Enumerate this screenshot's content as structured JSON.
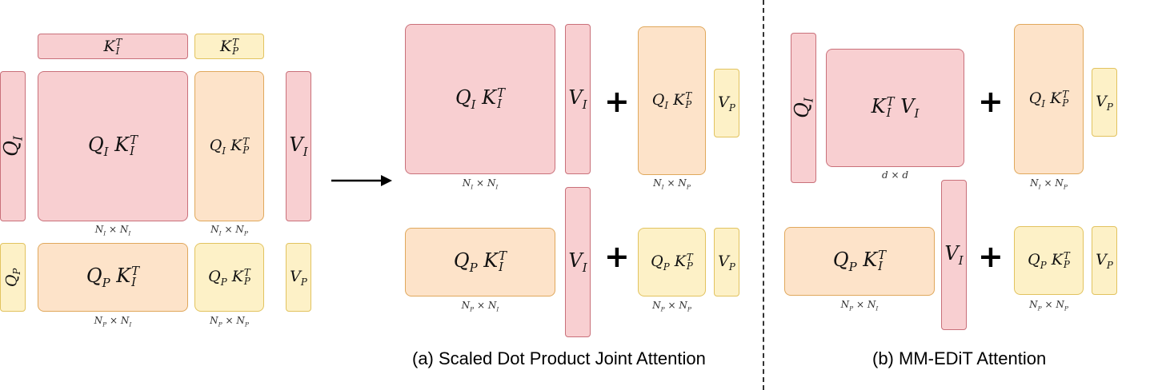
{
  "left": {
    "kit": "K_I^T",
    "kpt": "K_P^T",
    "qi": "Q_I",
    "qp": "Q_P",
    "qiki": "Q_I K_I^T",
    "qikp": "Q_I K_P^T",
    "qpki": "Q_P K_I^T",
    "qpkp": "Q_P K_P^T",
    "vi": "V_I",
    "vp": "V_P",
    "dim_ii": "N_I × N_I",
    "dim_ip": "N_I × N_P",
    "dim_pi": "N_P × N_I",
    "dim_pp": "N_P × N_P"
  },
  "panel_a": {
    "qiki": "Q_I K_I^T",
    "vi_top": "V_I",
    "plus": "+",
    "qikp": "Q_I K_P^T",
    "vp_top": "V_P",
    "dim_ii": "N_I × N_I",
    "dim_ip": "N_I × N_P",
    "qpki": "Q_P K_I^T",
    "vi_bottom": "V_I",
    "qpkp": "Q_P K_P^T",
    "vp_bottom": "V_P",
    "dim_pi": "N_P × N_I",
    "dim_pp": "N_P × N_P",
    "caption": "(a) Scaled Dot Product Joint Attention"
  },
  "panel_b": {
    "qi": "Q_I",
    "kivi": "K_I^T V_I",
    "dim_dd": "d × d",
    "plus": "+",
    "qikp": "Q_I K_P^T",
    "vp_top": "V_P",
    "dim_ip": "N_I × N_P",
    "qpki": "Q_P K_I^T",
    "vi": "V_I",
    "qpkp": "Q_P K_P^T",
    "vp_bottom": "V_P",
    "dim_pi": "N_P × N_I",
    "dim_pp": "N_P × N_P",
    "caption": "(b) MM-EDiT Attention"
  },
  "colors": {
    "image_tokens": "#f8cfd1",
    "image_border": "#c9707a",
    "cross_terms": "#fde3c9",
    "prompt_tokens": "#fdf1c7"
  }
}
